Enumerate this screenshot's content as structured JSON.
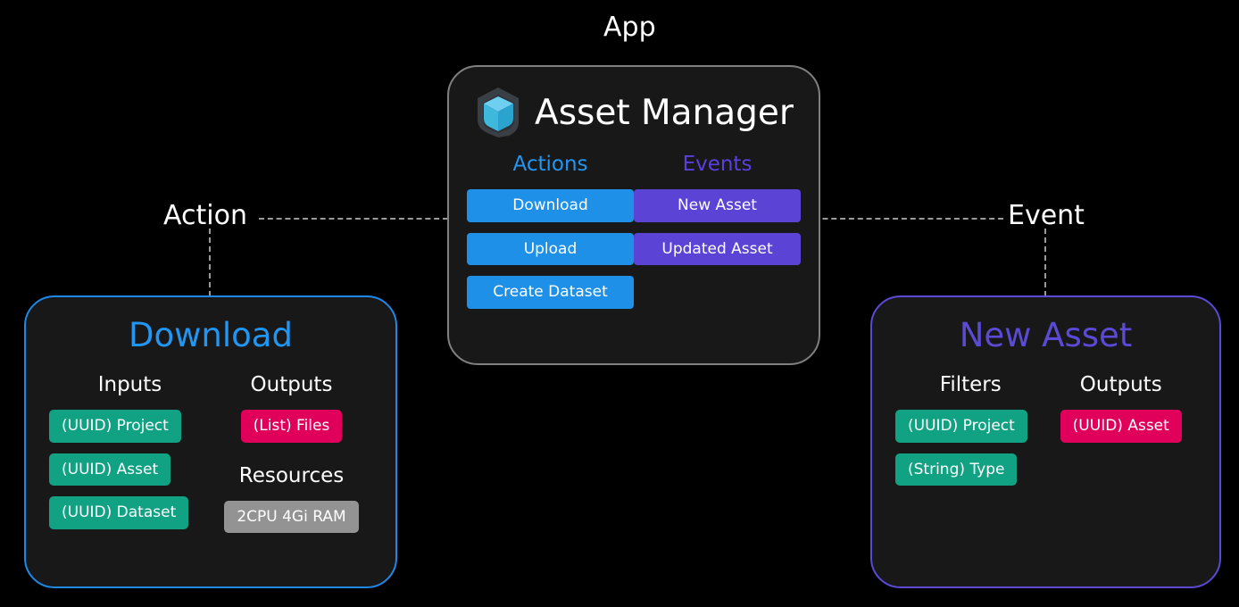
{
  "diagram": {
    "annotations": {
      "app": "App",
      "action": "Action",
      "event": "Event"
    },
    "app_card": {
      "title": "Asset Manager",
      "icon": "cube-icon",
      "icon_colors": {
        "shell": "#3a3f45",
        "top": "#6ecff0",
        "left": "#3fb8de",
        "right": "#2aa4ce"
      },
      "columns": [
        {
          "heading": "Actions",
          "color": "#2196f3",
          "buttons": [
            {
              "label": "Download"
            },
            {
              "label": "Upload"
            },
            {
              "label": "Create Dataset"
            }
          ]
        },
        {
          "heading": "Events",
          "color": "#5b3fe0",
          "buttons": [
            {
              "label": "New Asset"
            },
            {
              "label": "Updated Asset"
            }
          ]
        }
      ]
    },
    "panels": [
      {
        "title": "Download",
        "accent": "#1e88e5",
        "left_column": {
          "heading": "Inputs",
          "chips": [
            {
              "label": "(UUID) Project",
              "color": "#10a283"
            },
            {
              "label": "(UUID) Asset",
              "color": "#10a283"
            },
            {
              "label": "(UUID) Dataset",
              "color": "#10a283"
            }
          ]
        },
        "right_column": {
          "heading": "Outputs",
          "chips": [
            {
              "label": "(List) Files",
              "color": "#e0005c"
            }
          ],
          "secondary_heading": "Resources",
          "secondary_chips": [
            {
              "label": "2CPU 4Gi RAM",
              "color": "#939393"
            }
          ]
        }
      },
      {
        "title": "New Asset",
        "accent": "#5b4ad6",
        "left_column": {
          "heading": "Filters",
          "chips": [
            {
              "label": "(UUID) Project",
              "color": "#10a283"
            },
            {
              "label": "(String) Type",
              "color": "#10a283"
            }
          ]
        },
        "right_column": {
          "heading": "Outputs",
          "chips": [
            {
              "label": "(UUID) Asset",
              "color": "#e0005c"
            }
          ]
        }
      }
    ]
  }
}
